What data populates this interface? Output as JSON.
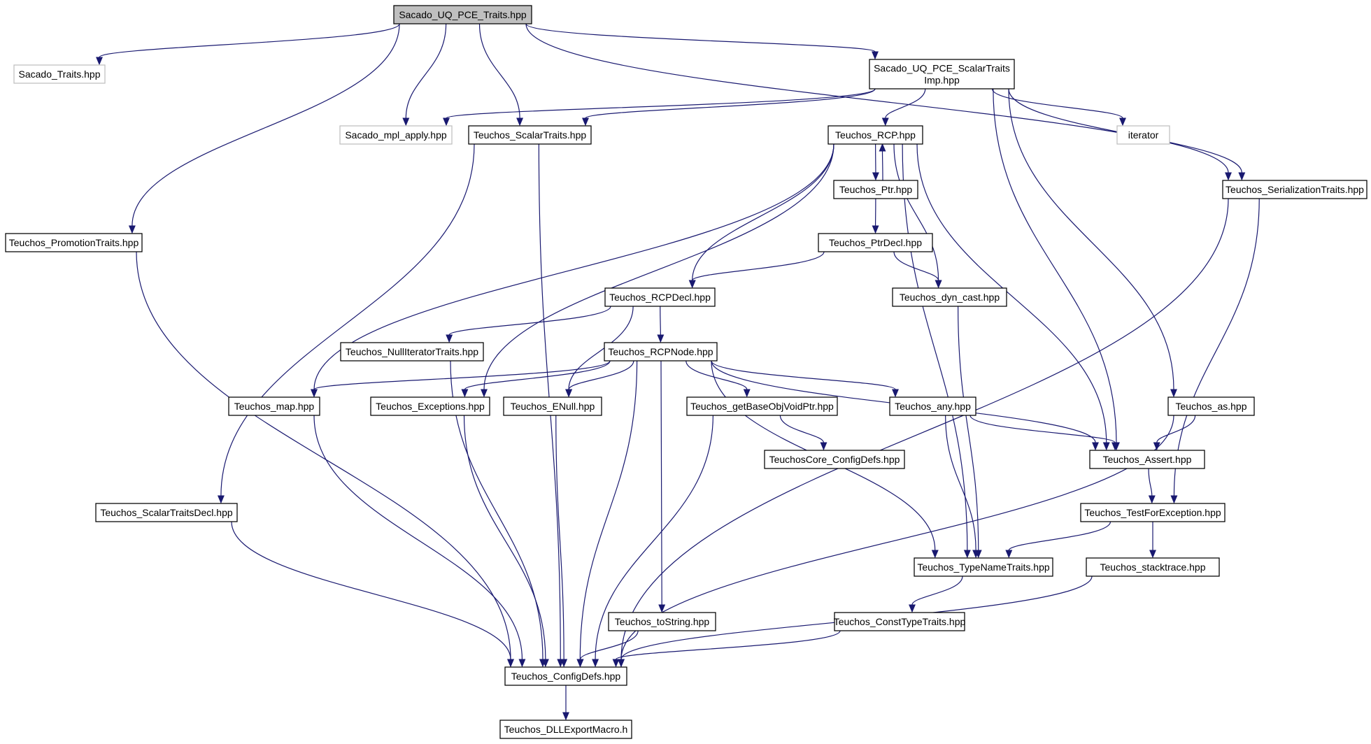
{
  "colors": {
    "edge": "#191970",
    "node_border": "#000000",
    "external_border": "#bfbfbf",
    "root_fill": "#bfbfbf",
    "node_fill": "#ffffff"
  },
  "nodes": [
    {
      "id": "root",
      "lines": [
        "Sacado_UQ_PCE_Traits.hpp"
      ],
      "style": "root"
    },
    {
      "id": "sacado_traits",
      "lines": [
        "Sacado_Traits.hpp"
      ],
      "style": "external"
    },
    {
      "id": "scalartraits_imp",
      "lines": [
        "Sacado_UQ_PCE_ScalarTraits",
        "Imp.hpp"
      ],
      "style": "normal"
    },
    {
      "id": "mpl_apply",
      "lines": [
        "Sacado_mpl_apply.hpp"
      ],
      "style": "external"
    },
    {
      "id": "teuchos_scalartraits",
      "lines": [
        "Teuchos_ScalarTraits.hpp"
      ],
      "style": "normal"
    },
    {
      "id": "rcp",
      "lines": [
        "Teuchos_RCP.hpp"
      ],
      "style": "normal"
    },
    {
      "id": "iterator",
      "lines": [
        "iterator"
      ],
      "style": "external"
    },
    {
      "id": "serialization",
      "lines": [
        "Teuchos_SerializationTraits.hpp"
      ],
      "style": "normal"
    },
    {
      "id": "ptr",
      "lines": [
        "Teuchos_Ptr.hpp"
      ],
      "style": "normal"
    },
    {
      "id": "promotion",
      "lines": [
        "Teuchos_PromotionTraits.hpp"
      ],
      "style": "normal"
    },
    {
      "id": "ptrdecl",
      "lines": [
        "Teuchos_PtrDecl.hpp"
      ],
      "style": "normal"
    },
    {
      "id": "rcpdecl",
      "lines": [
        "Teuchos_RCPDecl.hpp"
      ],
      "style": "normal"
    },
    {
      "id": "dyn_cast",
      "lines": [
        "Teuchos_dyn_cast.hpp"
      ],
      "style": "normal"
    },
    {
      "id": "nulliter",
      "lines": [
        "Teuchos_NullIteratorTraits.hpp"
      ],
      "style": "normal"
    },
    {
      "id": "rcpnode",
      "lines": [
        "Teuchos_RCPNode.hpp"
      ],
      "style": "normal"
    },
    {
      "id": "map",
      "lines": [
        "Teuchos_map.hpp"
      ],
      "style": "normal"
    },
    {
      "id": "exceptions",
      "lines": [
        "Teuchos_Exceptions.hpp"
      ],
      "style": "normal"
    },
    {
      "id": "enull",
      "lines": [
        "Teuchos_ENull.hpp"
      ],
      "style": "normal"
    },
    {
      "id": "getbase",
      "lines": [
        "Teuchos_getBaseObjVoidPtr.hpp"
      ],
      "style": "normal"
    },
    {
      "id": "any",
      "lines": [
        "Teuchos_any.hpp"
      ],
      "style": "normal"
    },
    {
      "id": "as",
      "lines": [
        "Teuchos_as.hpp"
      ],
      "style": "normal"
    },
    {
      "id": "coreconfig",
      "lines": [
        "TeuchosCore_ConfigDefs.hpp"
      ],
      "style": "normal"
    },
    {
      "id": "assert",
      "lines": [
        "Teuchos_Assert.hpp"
      ],
      "style": "normal"
    },
    {
      "id": "scalartraitsdecl",
      "lines": [
        "Teuchos_ScalarTraitsDecl.hpp"
      ],
      "style": "normal"
    },
    {
      "id": "testforexc",
      "lines": [
        "Teuchos_TestForException.hpp"
      ],
      "style": "normal"
    },
    {
      "id": "typename",
      "lines": [
        "Teuchos_TypeNameTraits.hpp"
      ],
      "style": "normal"
    },
    {
      "id": "stacktrace",
      "lines": [
        "Teuchos_stacktrace.hpp"
      ],
      "style": "normal"
    },
    {
      "id": "tostring",
      "lines": [
        "Teuchos_toString.hpp"
      ],
      "style": "normal"
    },
    {
      "id": "consttype",
      "lines": [
        "Teuchos_ConstTypeTraits.hpp"
      ],
      "style": "normal"
    },
    {
      "id": "configdefs",
      "lines": [
        "Teuchos_ConfigDefs.hpp"
      ],
      "style": "normal"
    },
    {
      "id": "dllexport",
      "lines": [
        "Teuchos_DLLExportMacro.h"
      ],
      "style": "normal"
    }
  ],
  "edges": [
    [
      "root",
      "sacado_traits"
    ],
    [
      "root",
      "scalartraits_imp"
    ],
    [
      "root",
      "mpl_apply"
    ],
    [
      "root",
      "teuchos_scalartraits"
    ],
    [
      "root",
      "promotion"
    ],
    [
      "root",
      "serialization"
    ],
    [
      "scalartraits_imp",
      "mpl_apply"
    ],
    [
      "scalartraits_imp",
      "teuchos_scalartraits"
    ],
    [
      "scalartraits_imp",
      "rcp"
    ],
    [
      "scalartraits_imp",
      "iterator"
    ],
    [
      "scalartraits_imp",
      "serialization"
    ],
    [
      "scalartraits_imp",
      "as"
    ],
    [
      "scalartraits_imp",
      "assert"
    ],
    [
      "teuchos_scalartraits",
      "scalartraitsdecl"
    ],
    [
      "teuchos_scalartraits",
      "configdefs"
    ],
    [
      "rcp",
      "ptr"
    ],
    [
      "rcp",
      "rcpdecl"
    ],
    [
      "rcp",
      "dyn_cast"
    ],
    [
      "rcp",
      "map"
    ],
    [
      "rcp",
      "exceptions"
    ],
    [
      "rcp",
      "typename"
    ],
    [
      "rcp",
      "assert"
    ],
    [
      "ptr",
      "rcp"
    ],
    [
      "ptr",
      "ptrdecl"
    ],
    [
      "ptrdecl",
      "rcpdecl"
    ],
    [
      "ptrdecl",
      "dyn_cast"
    ],
    [
      "rcpdecl",
      "nulliter"
    ],
    [
      "rcpdecl",
      "rcpnode"
    ],
    [
      "rcpdecl",
      "enull"
    ],
    [
      "dyn_cast",
      "typename"
    ],
    [
      "nulliter",
      "configdefs"
    ],
    [
      "rcpnode",
      "map"
    ],
    [
      "rcpnode",
      "exceptions"
    ],
    [
      "rcpnode",
      "enull"
    ],
    [
      "rcpnode",
      "getbase"
    ],
    [
      "rcpnode",
      "any"
    ],
    [
      "rcpnode",
      "assert"
    ],
    [
      "rcpnode",
      "typename"
    ],
    [
      "rcpnode",
      "tostring"
    ],
    [
      "rcpnode",
      "configdefs"
    ],
    [
      "serialization",
      "testforexc"
    ],
    [
      "serialization",
      "configdefs"
    ],
    [
      "promotion",
      "configdefs"
    ],
    [
      "map",
      "configdefs"
    ],
    [
      "exceptions",
      "configdefs"
    ],
    [
      "enull",
      "configdefs"
    ],
    [
      "getbase",
      "coreconfig"
    ],
    [
      "getbase",
      "configdefs"
    ],
    [
      "any",
      "assert"
    ],
    [
      "any",
      "typename"
    ],
    [
      "as",
      "assert"
    ],
    [
      "as",
      "configdefs"
    ],
    [
      "assert",
      "testforexc"
    ],
    [
      "testforexc",
      "typename"
    ],
    [
      "testforexc",
      "stacktrace"
    ],
    [
      "typename",
      "consttype"
    ],
    [
      "stacktrace",
      "configdefs"
    ],
    [
      "scalartraitsdecl",
      "configdefs"
    ],
    [
      "tostring",
      "configdefs"
    ],
    [
      "consttype",
      "configdefs"
    ],
    [
      "configdefs",
      "dllexport"
    ]
  ]
}
